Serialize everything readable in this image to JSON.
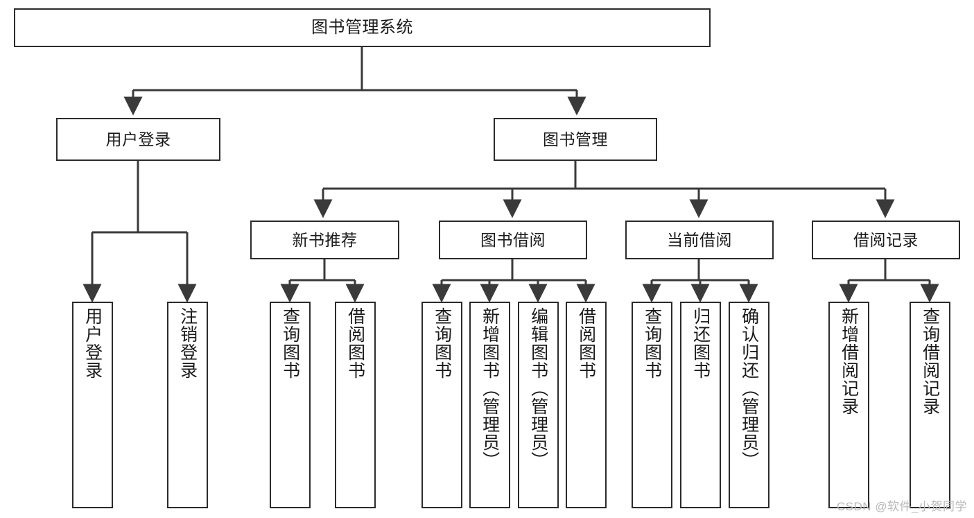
{
  "diagram": {
    "title": "图书管理系统",
    "watermark": "CSDN @软件_小贺同学",
    "theme": {
      "background": "#ffffff",
      "node_fill": "#ffffff",
      "node_stroke": "#2b2b2b",
      "edge_stroke": "#3a3a3a",
      "text_color": "#1a1a1a",
      "watermark_color": "#b9b9b9"
    },
    "root": {
      "label": "图书管理系统"
    },
    "level2": [
      {
        "id": "user-login",
        "label": "用户登录"
      },
      {
        "id": "book-manage",
        "label": "图书管理"
      }
    ],
    "level3": [
      {
        "id": "new-book-recommend",
        "label": "新书推荐",
        "parent": "book-manage"
      },
      {
        "id": "book-borrow",
        "label": "图书借阅",
        "parent": "book-manage"
      },
      {
        "id": "current-borrow",
        "label": "当前借阅",
        "parent": "book-manage"
      },
      {
        "id": "borrow-record",
        "label": "借阅记录",
        "parent": "book-manage"
      }
    ],
    "leaves": [
      {
        "id": "leaf-user-login",
        "label": "用户登录",
        "parent": "user-login"
      },
      {
        "id": "leaf-user-logout",
        "label": "注销登录",
        "parent": "user-login"
      },
      {
        "id": "leaf-query-book-1",
        "label": "查询图书",
        "parent": "new-book-recommend"
      },
      {
        "id": "leaf-borrow-book-1",
        "label": "借阅图书",
        "parent": "new-book-recommend"
      },
      {
        "id": "leaf-query-book-2",
        "label": "查询图书",
        "parent": "book-borrow"
      },
      {
        "id": "leaf-add-book",
        "label": "新增图书（管理员）",
        "parent": "book-borrow"
      },
      {
        "id": "leaf-edit-book",
        "label": "编辑图书（管理员）",
        "parent": "book-borrow"
      },
      {
        "id": "leaf-borrow-book-2",
        "label": "借阅图书",
        "parent": "book-borrow"
      },
      {
        "id": "leaf-query-book-3",
        "label": "查询图书",
        "parent": "current-borrow"
      },
      {
        "id": "leaf-return-book",
        "label": "归还图书",
        "parent": "current-borrow"
      },
      {
        "id": "leaf-confirm-return",
        "label": "确认归还（管理员）",
        "parent": "current-borrow"
      },
      {
        "id": "leaf-add-record",
        "label": "新增借阅记录",
        "parent": "borrow-record"
      },
      {
        "id": "leaf-query-record",
        "label": "查询借阅记录",
        "parent": "borrow-record"
      }
    ]
  }
}
